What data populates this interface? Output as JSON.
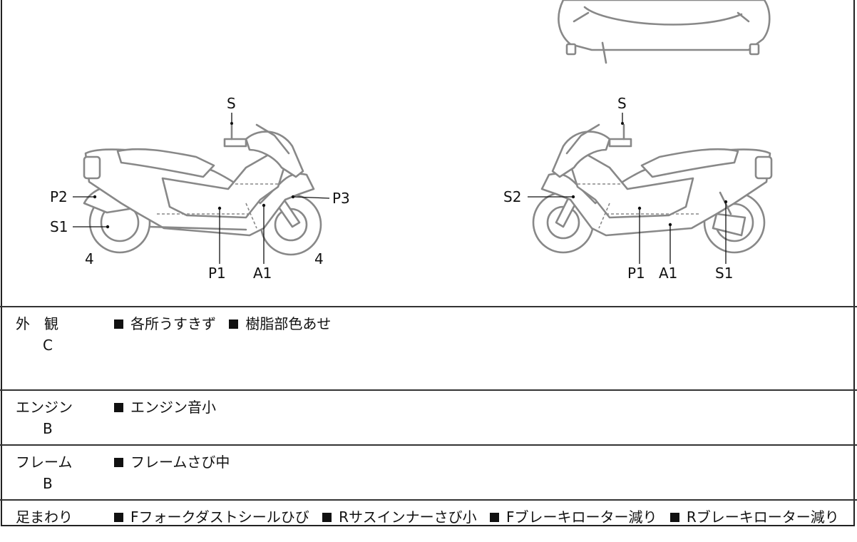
{
  "diagrams": {
    "left_view": {
      "labels": {
        "s": "S",
        "p2": "P2",
        "s1": "S1",
        "p3": "P3",
        "p1": "P1",
        "a1": "A1",
        "rear_num": "4",
        "front_num": "4"
      }
    },
    "right_view": {
      "labels": {
        "s": "S",
        "s2": "S2",
        "p1": "P1",
        "a1": "A1",
        "s1": "S1"
      }
    }
  },
  "sections": [
    {
      "name": "外　観",
      "grade": "C",
      "items": [
        "各所うすきず",
        "樹脂部色あせ"
      ]
    },
    {
      "name": "エンジン",
      "grade": "B",
      "items": [
        "エンジン音小"
      ]
    },
    {
      "name": "フレーム",
      "grade": "B",
      "items": [
        "フレームさび中"
      ]
    },
    {
      "name": "足まわり",
      "grade": "",
      "items": [
        "Fフォークダストシールひび",
        "Rサスインナーさび小",
        "Fブレーキローター減り",
        "Rブレーキローター減り"
      ]
    }
  ]
}
